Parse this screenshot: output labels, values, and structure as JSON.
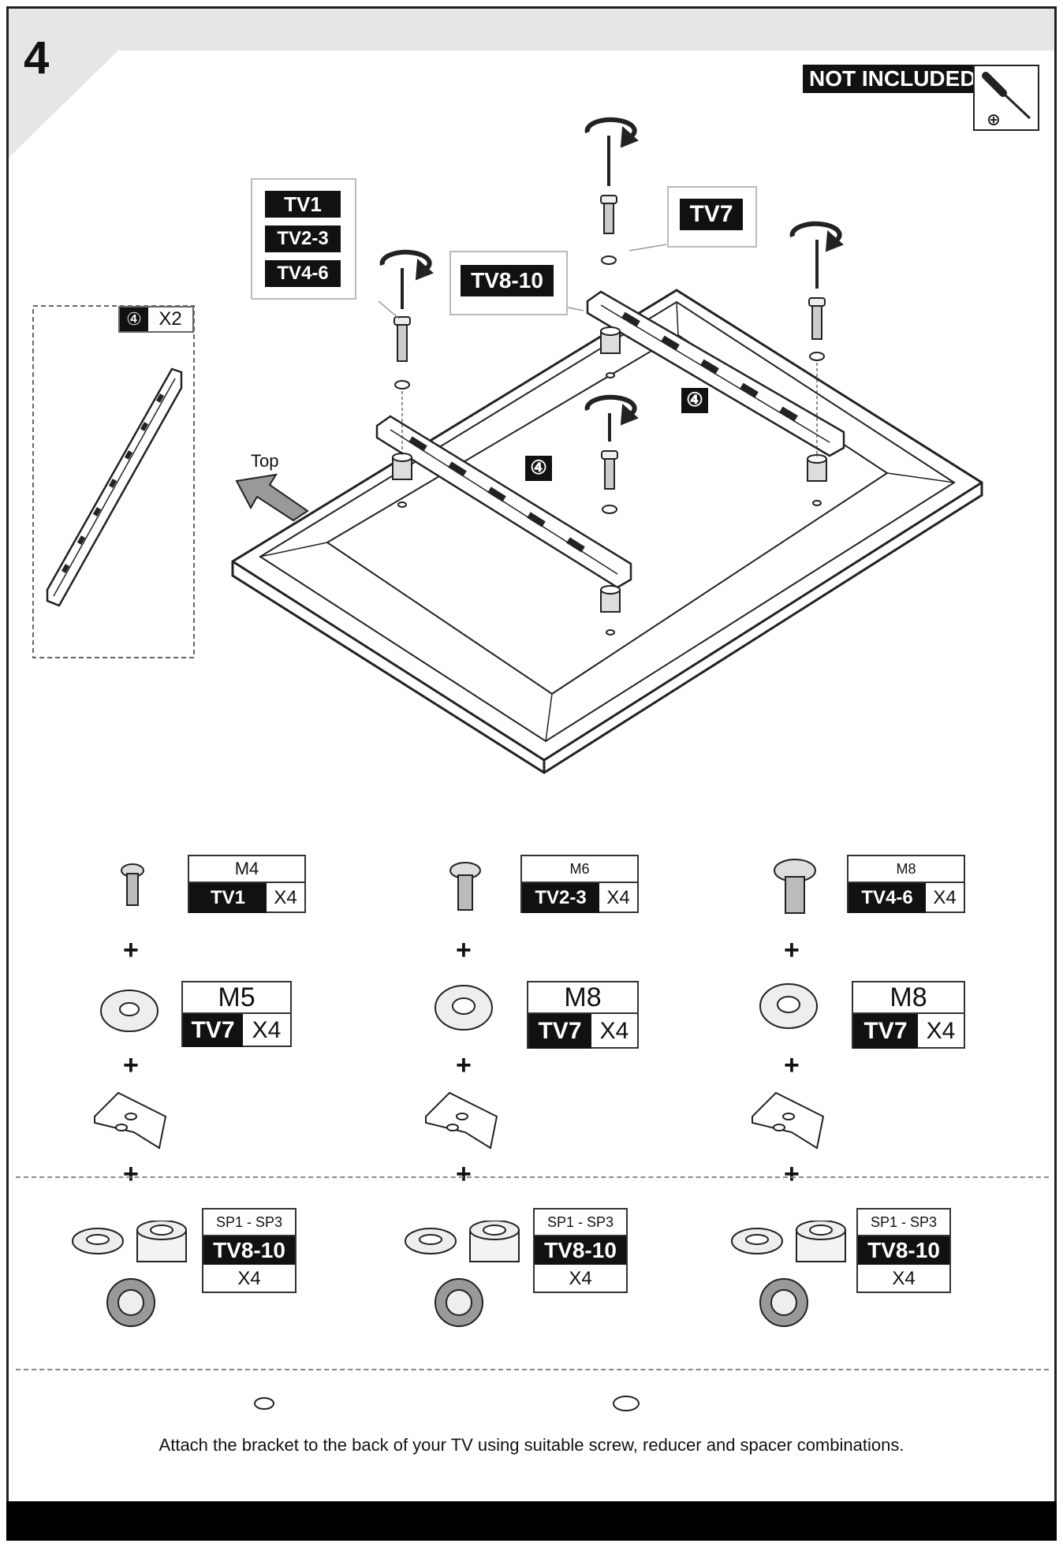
{
  "step": {
    "number": "4"
  },
  "not_included": {
    "label": "NOT INCLUDED",
    "icon": "screwdriver-icon"
  },
  "diagram": {
    "size_labels_left": [
      "TV1",
      "TV2-3",
      "TV4-6"
    ],
    "label_tv8_10": "TV8-10",
    "label_tv7": "TV7",
    "bracket_ref": "④",
    "top_label": "Top",
    "parts_box": {
      "ref": "④",
      "qty": "X2"
    }
  },
  "columns": [
    {
      "screw": {
        "size": "M4",
        "tv": "TV1",
        "qty": "X4"
      },
      "washer": {
        "size": "M5",
        "tv": "TV7",
        "qty": "X4"
      },
      "spacer": {
        "size": "SP1 - SP3",
        "tv": "TV8-10",
        "qty": "X4"
      }
    },
    {
      "screw": {
        "size": "M6",
        "tv": "TV2-3",
        "qty": "X4"
      },
      "washer": {
        "size": "M8",
        "tv": "TV7",
        "qty": "X4"
      },
      "spacer": {
        "size": "SP1 - SP3",
        "tv": "TV8-10",
        "qty": "X4"
      }
    },
    {
      "screw": {
        "size": "M8",
        "tv": "TV4-6",
        "qty": "X4"
      },
      "washer": {
        "size": "M8",
        "tv": "TV7",
        "qty": "X4"
      },
      "spacer": {
        "size": "SP1 - SP3",
        "tv": "TV8-10",
        "qty": "X4"
      }
    }
  ],
  "plus_sign": "+",
  "caption": "Attach the bracket to the back of your TV using suitable screw, reducer and spacer combinations."
}
